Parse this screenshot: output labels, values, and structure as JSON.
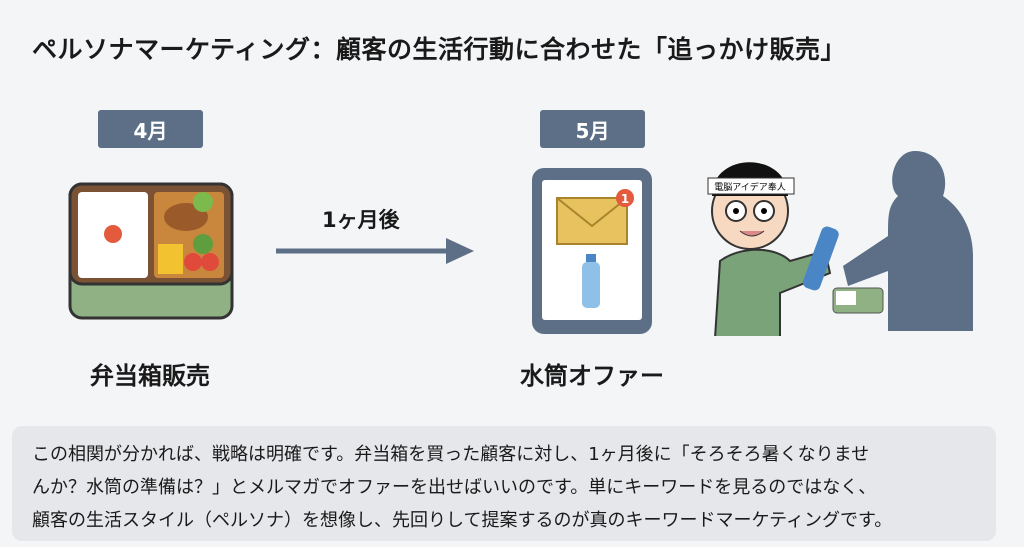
{
  "title": "ペルソナマーケティング：顧客の生活行動に合わせた「追っかけ販売」",
  "left": {
    "month": "4月",
    "label": "弁当箱販売"
  },
  "arrow_label": "1ヶ月後",
  "right": {
    "month": "5月",
    "label": "水筒オファー",
    "notification_count": "1"
  },
  "character_headband": "電脳アイデア奉人",
  "note": {
    "lines": [
      "この相関が分かれば、戦略は明確です。弁当箱を買った顧客に対し、1ヶ月後に「そろそろ暑くなりませ",
      "んか？水筒の準備は？」とメルマガでオファーを出せばいいのです。単にキーワードを見るのではなく、",
      "顧客の生活スタイル（ペルソナ）を想像し、先回りして提案するのが真のキーワードマーケティングです。"
    ]
  },
  "colors": {
    "badge": "#5c6f87",
    "arrow": "#5c6f87",
    "box": "#e6e7ea"
  }
}
